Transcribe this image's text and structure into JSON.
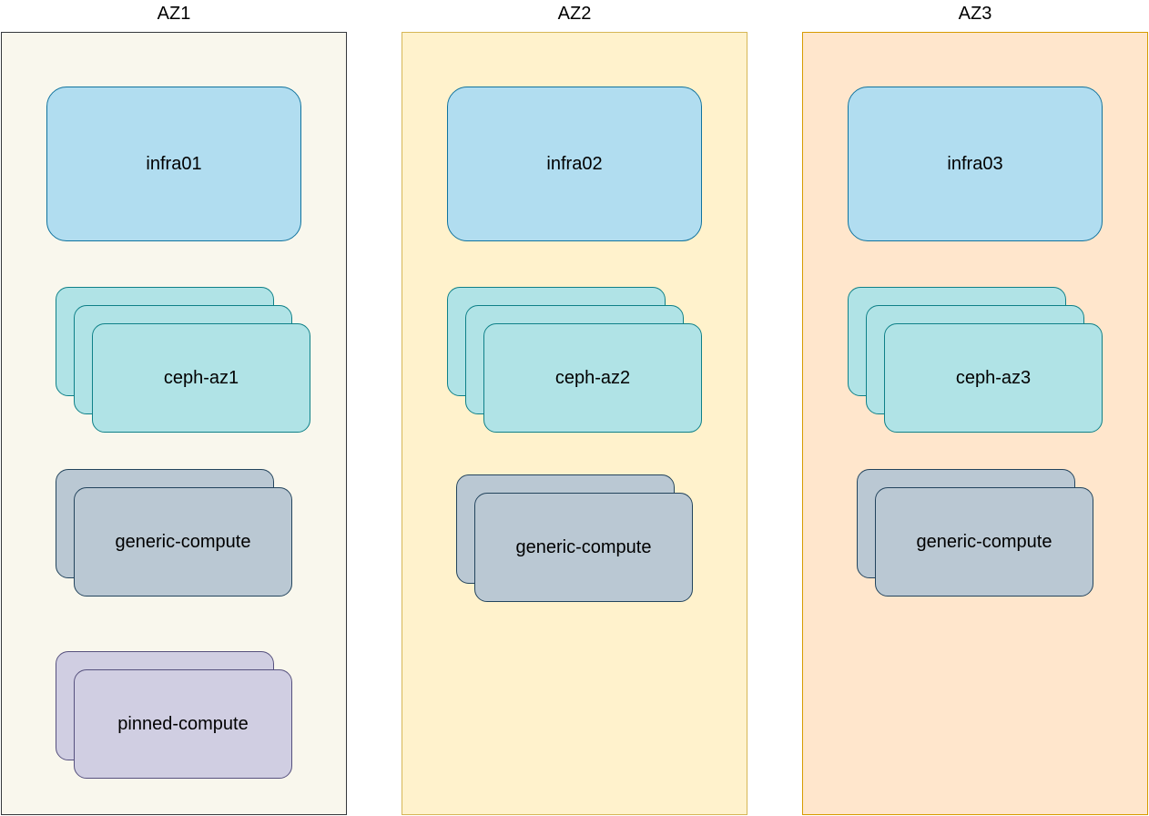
{
  "colors": {
    "infra_fill": "#b1ddf0",
    "infra_stroke": "#10739e",
    "ceph_fill": "#b0e3e6",
    "ceph_stroke": "#0e8088",
    "generic_fill": "#bac8d3",
    "generic_stroke": "#23445d",
    "pinned_fill": "#d0cee2",
    "pinned_stroke": "#56517e"
  },
  "zones": [
    {
      "title": "AZ1",
      "fill": "#f9f7ed",
      "stroke": "#36393d",
      "infra": "infra01",
      "ceph": "ceph-az1",
      "generic": "generic-compute",
      "pinned": "pinned-compute"
    },
    {
      "title": "AZ2",
      "fill": "#fff2cc",
      "stroke": "#d6b656",
      "infra": "infra02",
      "ceph": "ceph-az2",
      "generic": "generic-compute"
    },
    {
      "title": "AZ3",
      "fill": "#ffe6cc",
      "stroke": "#d79b00",
      "infra": "infra03",
      "ceph": "ceph-az3",
      "generic": "generic-compute"
    }
  ]
}
